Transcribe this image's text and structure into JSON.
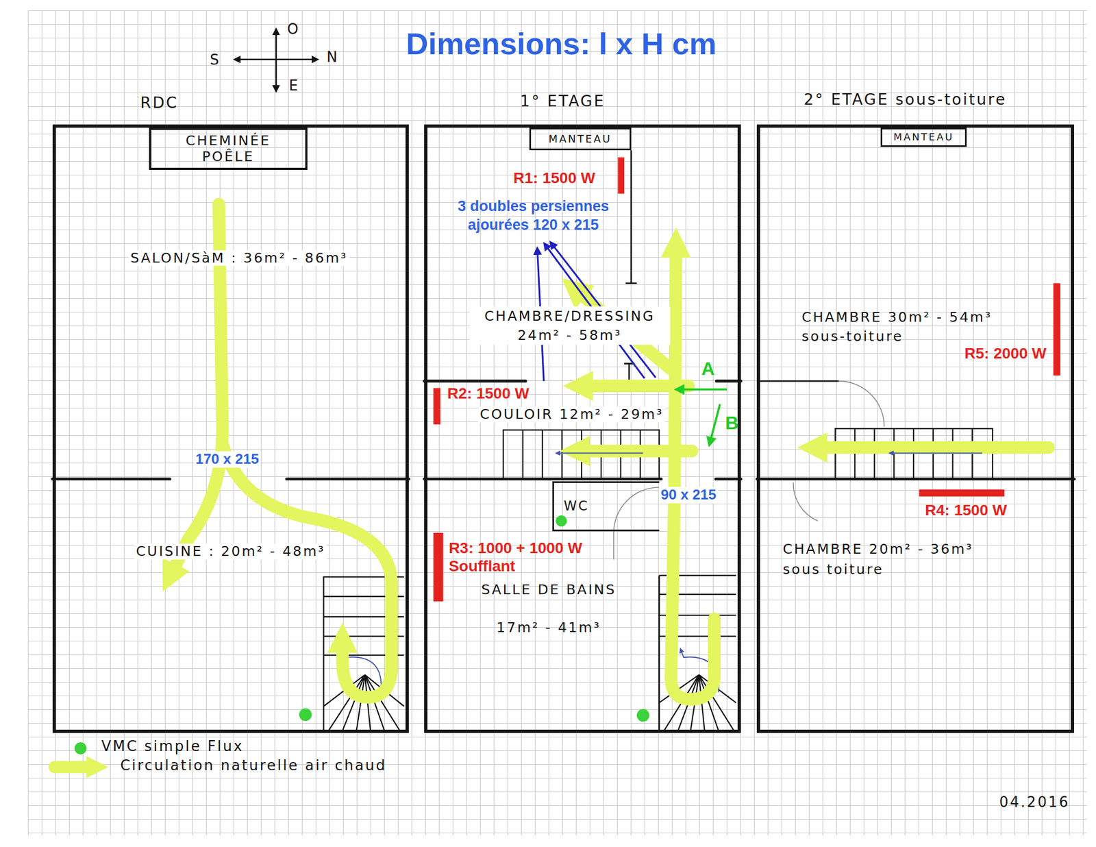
{
  "diagram": {
    "title": "Dimensions: l x H cm",
    "nodes": [
      {
        "text": [
          "RDC"
        ]
      },
      {
        "text": [
          "CHEMINÉE POÊLE"
        ],
        "in": 0
      },
      {
        "text": [
          "1° ETAGE"
        ]
      },
      {
        "text": [
          "MANTEAU"
        ],
        "in": 2
      },
      {
        "text": [
          "WC"
        ],
        "in": 2
      },
      {
        "text": [
          "2° ETAGE sous-toiture"
        ]
      },
      {
        "text": [
          "MANTEAU"
        ],
        "in": 5
      }
    ],
    "labels": [
      "O",
      "S",
      "N",
      "E",
      "SALON/SàM : 36m² - 86m³",
      "170 x 215",
      "CUISINE : 20m² - 48m³",
      "R1: 1500 W",
      "3 doubles persiennes ajourées 120 x 215",
      "CHAMBRE/DRESSING 24m² - 58m³",
      "A",
      "R2: 1500 W",
      "B",
      "COULOIR 12m² - 29m³",
      "90 x 215",
      "R3: 1000 + 1000 W Soufflant",
      "SALLE DE BAINS 17m² - 41m³",
      "CHAMBRE 30m² - 54m³ sous-toiture",
      "R5: 2000 W",
      "R4: 1500 W",
      "CHAMBRE 20m² - 36m³ sous toiture",
      "04.2016"
    ],
    "legend": [
      {
        "text": "VMC simple Flux",
        "color": "#3bd23b"
      },
      {
        "text": "Circulation naturelle air chaud"
      }
    ]
  }
}
